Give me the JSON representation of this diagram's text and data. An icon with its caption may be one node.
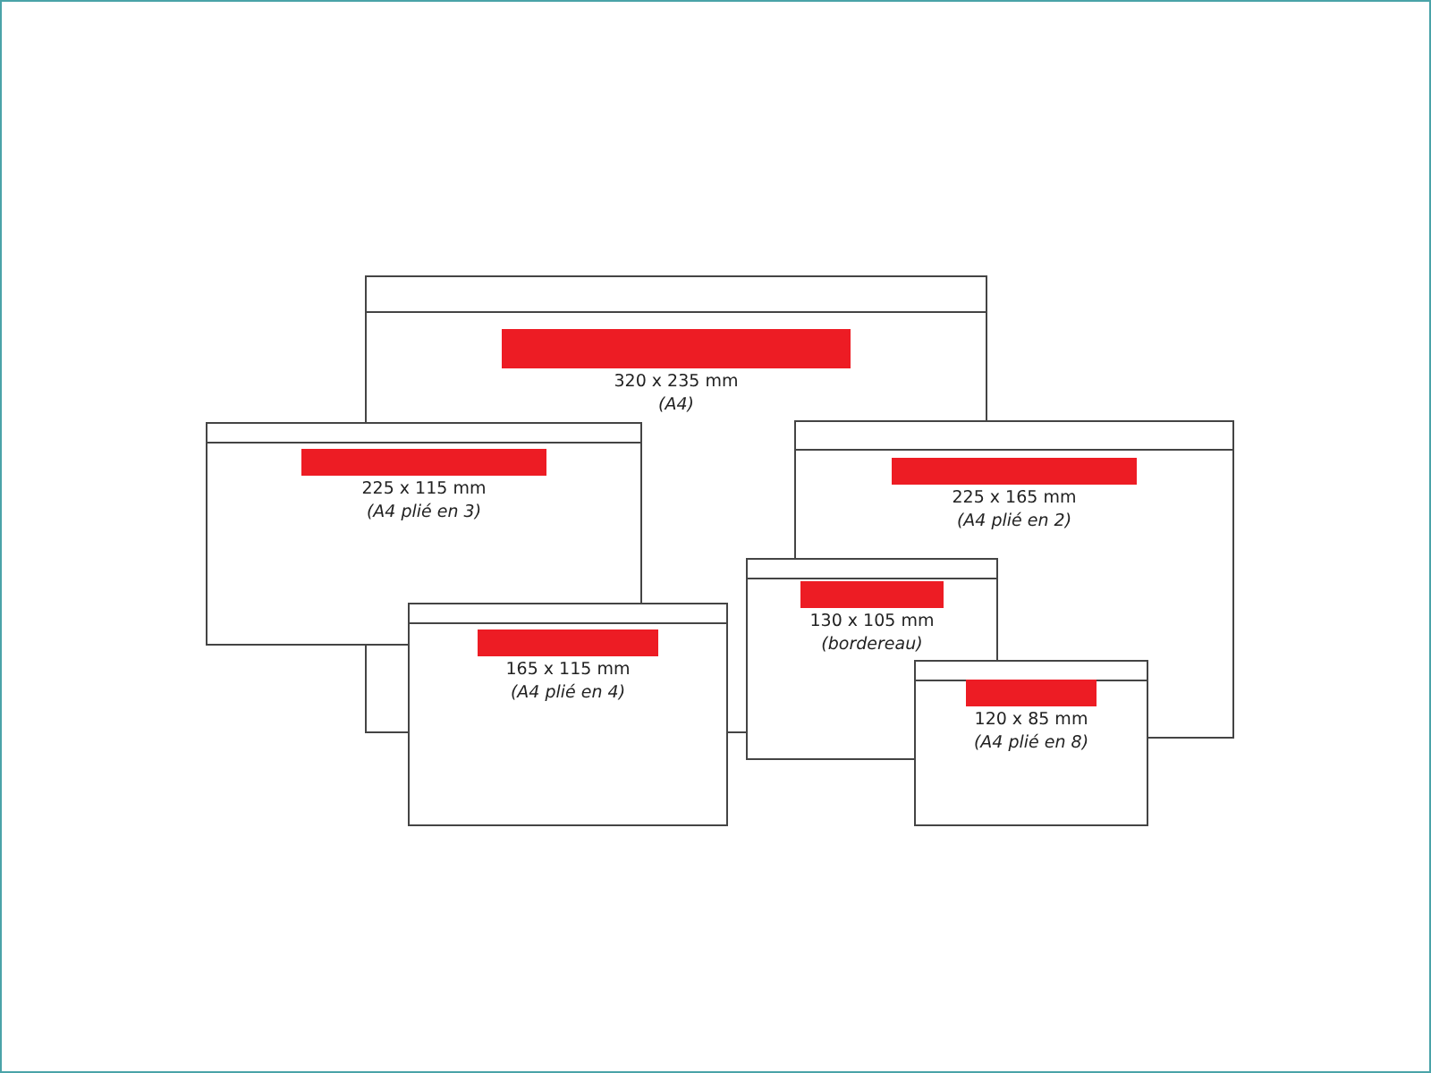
{
  "diagram": {
    "nodes": [
      {
        "text": [
          "320 x 235 mm",
          "(A4)"
        ]
      },
      {
        "text": [
          "225 x 115 mm",
          "(A4 plié en 3)"
        ]
      },
      {
        "text": [
          "225 x 165 mm",
          "(A4 plié en 2)"
        ]
      },
      {
        "text": [
          "165 x 115 mm",
          "(A4 plié en 4)"
        ]
      },
      {
        "text": [
          "130 x 105 mm",
          "(bordereau)"
        ]
      },
      {
        "text": [
          "120 x 85 mm",
          "(A4 plié en 8)"
        ]
      }
    ],
    "edges": []
  }
}
